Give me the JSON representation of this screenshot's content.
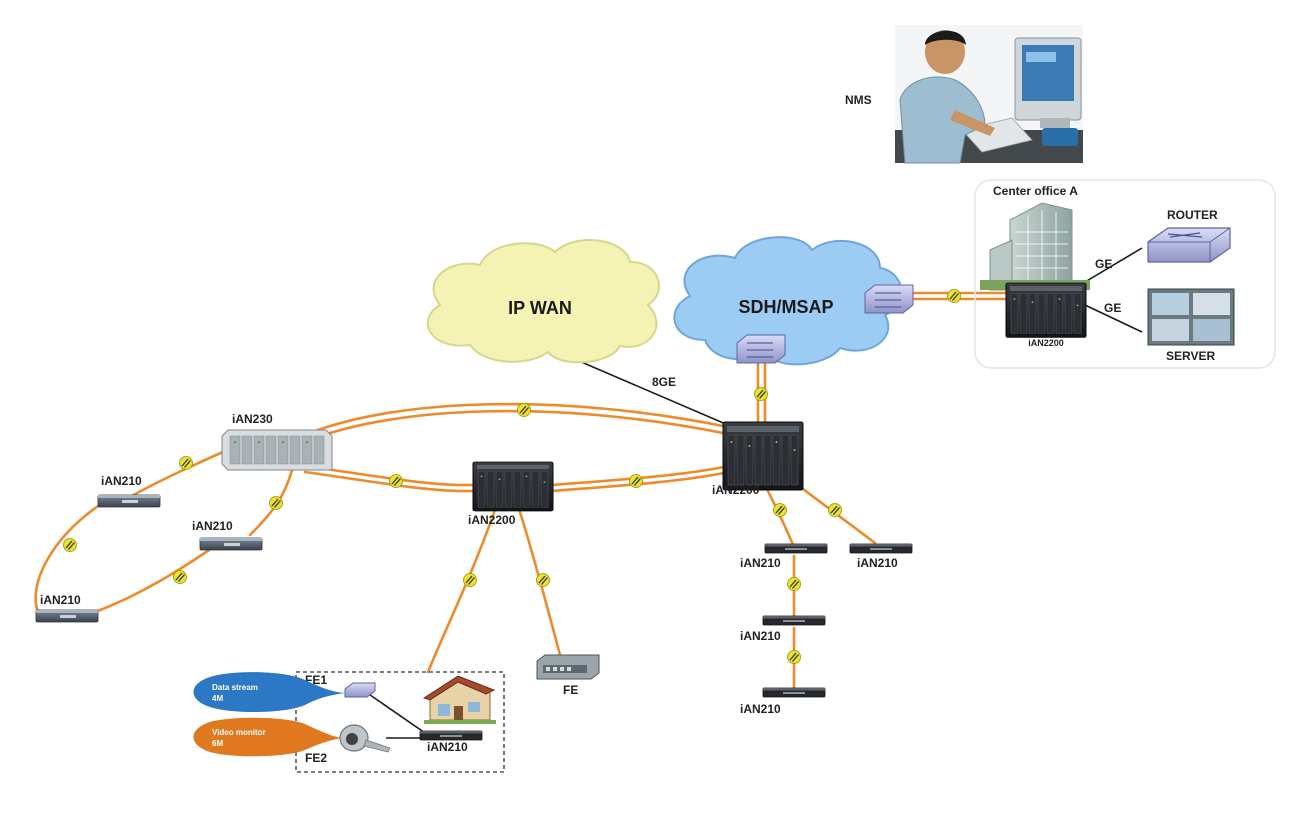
{
  "clouds": {
    "ip_wan": "IP WAN",
    "sdh_msap": "SDH/MSAP"
  },
  "nms": {
    "label": "NMS"
  },
  "center_office": {
    "title": "Center office A",
    "router_label": "ROUTER",
    "server_label": "SERVER",
    "link_router": "GE",
    "link_server": "GE",
    "device_label": "iAN2200"
  },
  "links": {
    "wan_uplink": "8GE"
  },
  "nodes": {
    "ian230": "iAN230",
    "ian2200_main": "iAN2200",
    "ian2200_mid": "iAN2200",
    "ian210_left_top": "iAN210",
    "ian210_left_mid": "iAN210",
    "ian210_left_bottom": "iAN210",
    "ian210_chain_1": "iAN210",
    "ian210_chain_2": "iAN210",
    "ian210_chain_3": "iAN210",
    "ian210_right": "iAN210",
    "fe_device": "FE"
  },
  "access": {
    "fe1": "FE1",
    "fe2": "FE2",
    "device": "iAN210",
    "data_stream_line1": "Data stream",
    "data_stream_line2": "4M",
    "video_monitor_line1": "Video monitor",
    "video_monitor_line2": "6M"
  },
  "colors": {
    "fiber": "#ef8a2b",
    "ip_wan_cloud": "#f4f3b4",
    "sdh_cloud": "#9ccbf4",
    "data_bubble": "#2c78c4",
    "video_bubble": "#e0781f",
    "marker": "#e9e32a"
  }
}
